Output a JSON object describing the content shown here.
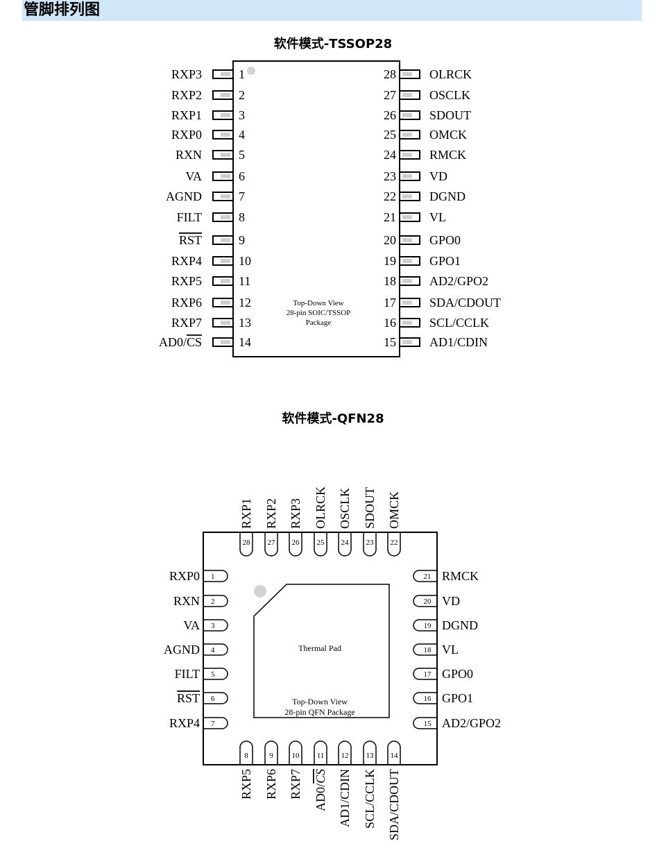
{
  "section": {
    "title": "管脚排列图"
  },
  "tssop": {
    "title": "软件模式-TSSOP28",
    "caption": [
      "Top-Down View",
      "28-pin SOIC/TSSOP",
      "Package"
    ],
    "left_pins": [
      {
        "num": "1",
        "name": "RXP3"
      },
      {
        "num": "2",
        "name": "RXP2"
      },
      {
        "num": "3",
        "name": "RXP1"
      },
      {
        "num": "4",
        "name": "RXP0"
      },
      {
        "num": "5",
        "name": "RXN"
      },
      {
        "num": "6",
        "name": "VA"
      },
      {
        "num": "7",
        "name": "AGND"
      },
      {
        "num": "8",
        "name": "FILT"
      },
      {
        "num": "9",
        "name": "RST"
      },
      {
        "num": "10",
        "name": "RXP4"
      },
      {
        "num": "11",
        "name": "RXP5"
      },
      {
        "num": "12",
        "name": "RXP6"
      },
      {
        "num": "13",
        "name": "RXP7"
      },
      {
        "num": "14",
        "name": "AD0/CS"
      }
    ],
    "right_pins": [
      {
        "num": "28",
        "name": "OLRCK"
      },
      {
        "num": "27",
        "name": "OSCLK"
      },
      {
        "num": "26",
        "name": "SDOUT"
      },
      {
        "num": "25",
        "name": "OMCK"
      },
      {
        "num": "24",
        "name": "RMCK"
      },
      {
        "num": "23",
        "name": "VD"
      },
      {
        "num": "22",
        "name": "DGND"
      },
      {
        "num": "21",
        "name": "VL"
      },
      {
        "num": "20",
        "name": "GPO0"
      },
      {
        "num": "19",
        "name": "GPO1"
      },
      {
        "num": "18",
        "name": "AD2/GPO2"
      },
      {
        "num": "17",
        "name": "SDA/CDOUT"
      },
      {
        "num": "16",
        "name": "SCL/CCLK"
      },
      {
        "num": "15",
        "name": "AD1/CDIN"
      }
    ]
  },
  "qfn": {
    "title": "软件模式-QFN28",
    "thermal_pad": "Thermal Pad",
    "caption": [
      "Top-Down View",
      "28-pin QFN Package"
    ],
    "top_pins": [
      {
        "num": "28",
        "name": "RXP1"
      },
      {
        "num": "27",
        "name": "RXP2"
      },
      {
        "num": "26",
        "name": "RXP3"
      },
      {
        "num": "25",
        "name": "OLRCK"
      },
      {
        "num": "24",
        "name": "OSCLK"
      },
      {
        "num": "23",
        "name": "SDOUT"
      },
      {
        "num": "22",
        "name": "OMCK"
      }
    ],
    "left_pins": [
      {
        "num": "1",
        "name": "RXP0"
      },
      {
        "num": "2",
        "name": "RXN"
      },
      {
        "num": "3",
        "name": "VA"
      },
      {
        "num": "4",
        "name": "AGND"
      },
      {
        "num": "5",
        "name": "FILT"
      },
      {
        "num": "6",
        "name": "RST"
      },
      {
        "num": "7",
        "name": "RXP4"
      }
    ],
    "right_pins": [
      {
        "num": "21",
        "name": "RMCK"
      },
      {
        "num": "20",
        "name": "VD"
      },
      {
        "num": "19",
        "name": "DGND"
      },
      {
        "num": "18",
        "name": "VL"
      },
      {
        "num": "17",
        "name": "GPO0"
      },
      {
        "num": "16",
        "name": "GPO1"
      },
      {
        "num": "15",
        "name": "AD2/GPO2"
      }
    ],
    "bottom_pins": [
      {
        "num": "8",
        "name": "RXP5"
      },
      {
        "num": "9",
        "name": "RXP6"
      },
      {
        "num": "10",
        "name": "RXP7"
      },
      {
        "num": "11",
        "name": "AD0/CS"
      },
      {
        "num": "12",
        "name": "AD1/CDIN"
      },
      {
        "num": "13",
        "name": "SCL/CCLK"
      },
      {
        "num": "14",
        "name": "SDA/CDOUT"
      }
    ]
  }
}
